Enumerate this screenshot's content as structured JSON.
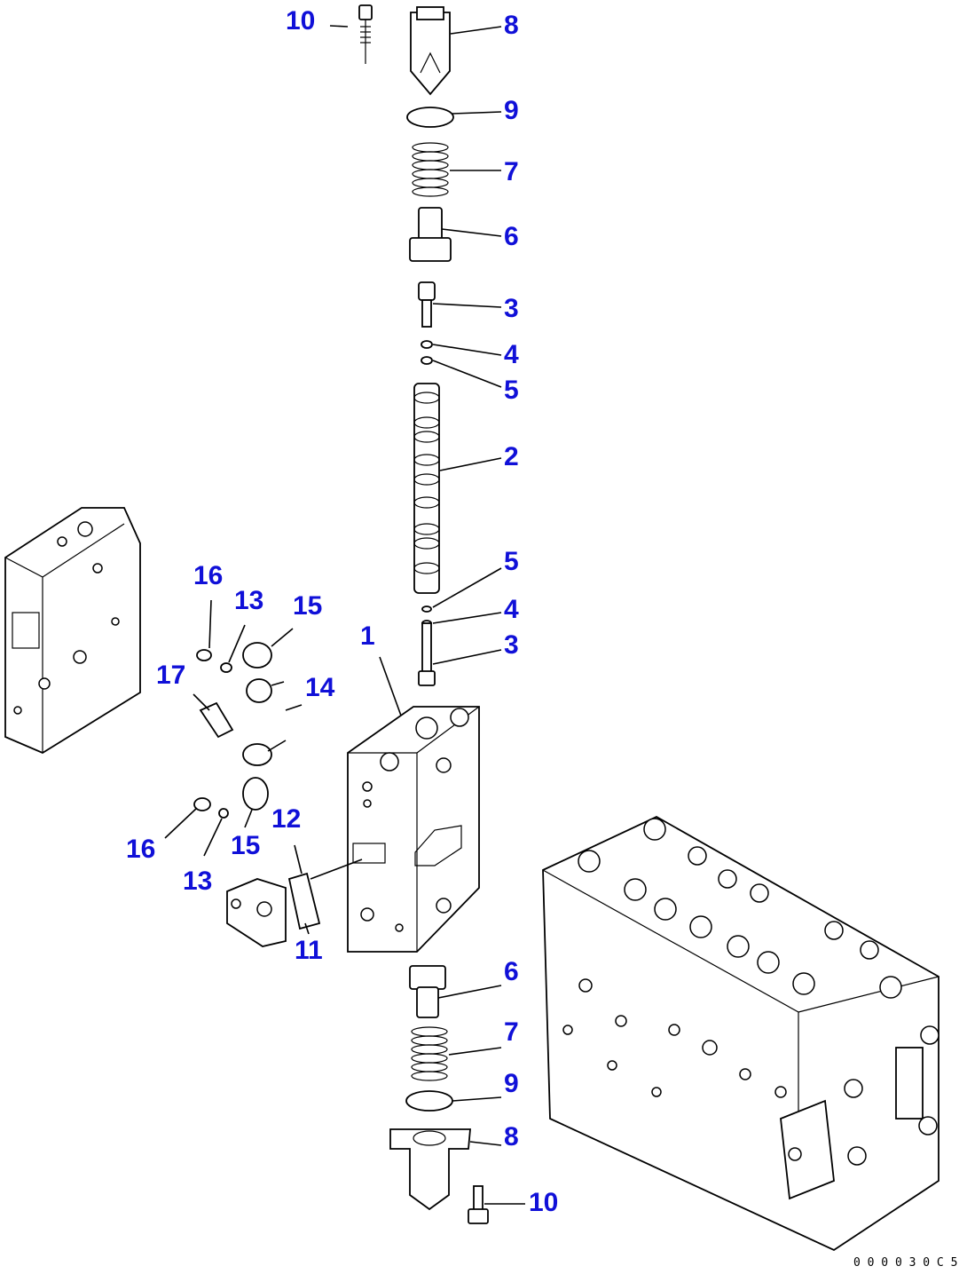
{
  "callouts": {
    "c10_top": "10",
    "c8_top": "8",
    "c9_top": "9",
    "c7_top": "7",
    "c6_top": "6",
    "c3_top": "3",
    "c4_top": "4",
    "c5_top": "5",
    "c2": "2",
    "c5_mid": "5",
    "c4_mid": "4",
    "c3_mid": "3",
    "c1": "1",
    "c16_top": "16",
    "c13_top": "13",
    "c15_top": "15",
    "c17": "17",
    "c14": "14",
    "c12": "12",
    "c16_bot": "16",
    "c13_bot": "13",
    "c15_bot": "15",
    "c11": "11",
    "c6_bot": "6",
    "c7_bot": "7",
    "c9_bot": "9",
    "c8_bot": "8",
    "c10_bot": "10"
  },
  "reference_code": "0 0 0 0 3 0 C 5",
  "colors": {
    "callout": "#1010d8",
    "line": "#000000",
    "background": "#ffffff"
  }
}
